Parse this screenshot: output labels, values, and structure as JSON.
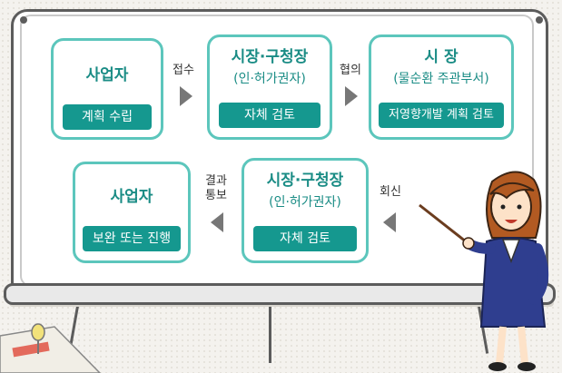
{
  "colors": {
    "box_border": "#5cc6bc",
    "label_bg": "#15988f",
    "title_text": "#1a8c85",
    "arrow": "#777777"
  },
  "step1": {
    "title": "사업자",
    "label": "계획 수립"
  },
  "step2": {
    "title": "시장·구청장",
    "sub": "(인·허가권자)",
    "label": "자체 검토"
  },
  "step3": {
    "title": "시 장",
    "sub": "(물순환 주관부서)",
    "label": "저영향개발 계획 검토"
  },
  "step4": {
    "title": "시장·구청장",
    "sub": "(인·허가권자)",
    "label": "자체 검토"
  },
  "step5": {
    "title": "사업자",
    "label": "보완 또는 진행"
  },
  "connectors": {
    "c1": "접수",
    "c2": "협의",
    "c3": "회신",
    "c4_line1": "결과",
    "c4_line2": "통보"
  }
}
